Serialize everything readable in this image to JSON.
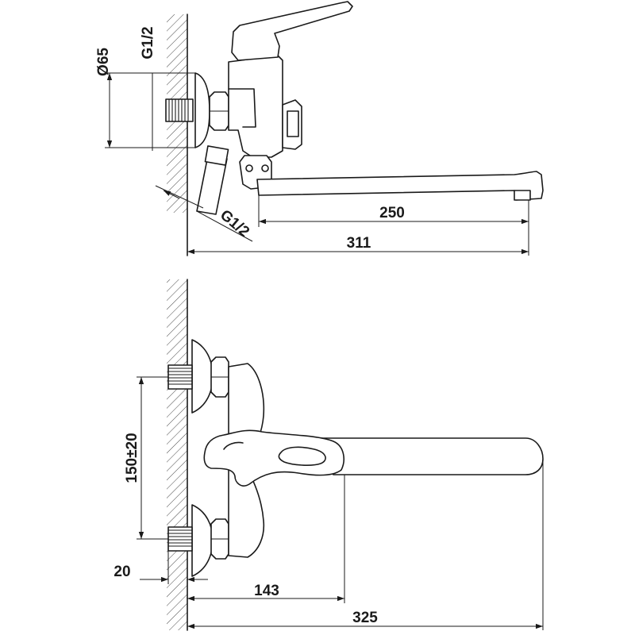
{
  "top_view": {
    "dim_flange_diameter": "Ø65",
    "dim_inlet_thread": "G1/2",
    "dim_outlet_thread": "G1/2",
    "dim_spout_length": "250",
    "dim_overall_reach": "311"
  },
  "bottom_view": {
    "dim_center_distance": "150±20",
    "dim_inlet_offset": "20",
    "dim_body_reach": "143",
    "dim_total_length": "325"
  }
}
